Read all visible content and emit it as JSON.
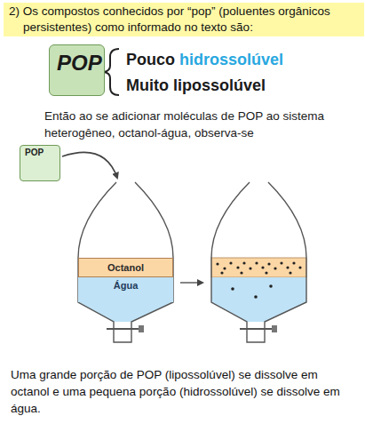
{
  "diagram": {
    "title": "2) Os compostos conhecidos por “pop” (poluentes orgânicos persistentes) como informado no texto são:",
    "caption": "Uma grande porção de POP (lipossolúvel) se dissolve em octanol e uma pequena porção (hidrossolúvel) se dissolve em água.",
    "nodes": [
      {
        "text": [
          "POP"
        ]
      },
      {
        "text": [
          "POP"
        ]
      },
      {
        "text": [
          "Octanol"
        ]
      },
      {
        "text": [
          "Água"
        ]
      }
    ],
    "labels": [
      "Pouco",
      "hidrossolúvel",
      "Muito lipossolúvel",
      "Então ao se adicionar moléculas de POP ao sistema heterogêneo, octanol-água, observa-se"
    ]
  }
}
